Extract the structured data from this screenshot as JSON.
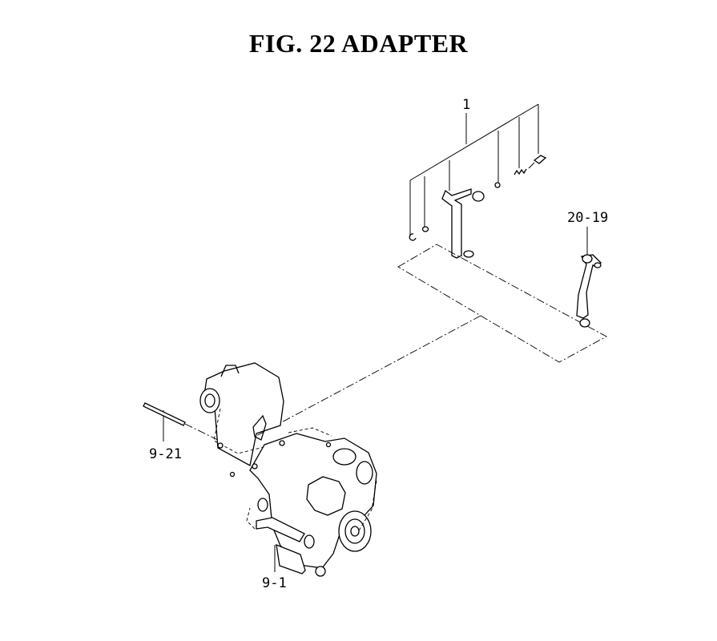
{
  "figure": {
    "title": "FIG. 22  ADAPTER"
  },
  "callouts": {
    "c1": "1",
    "c2": "20-19",
    "c3": "9-21",
    "c4": "9-1"
  }
}
